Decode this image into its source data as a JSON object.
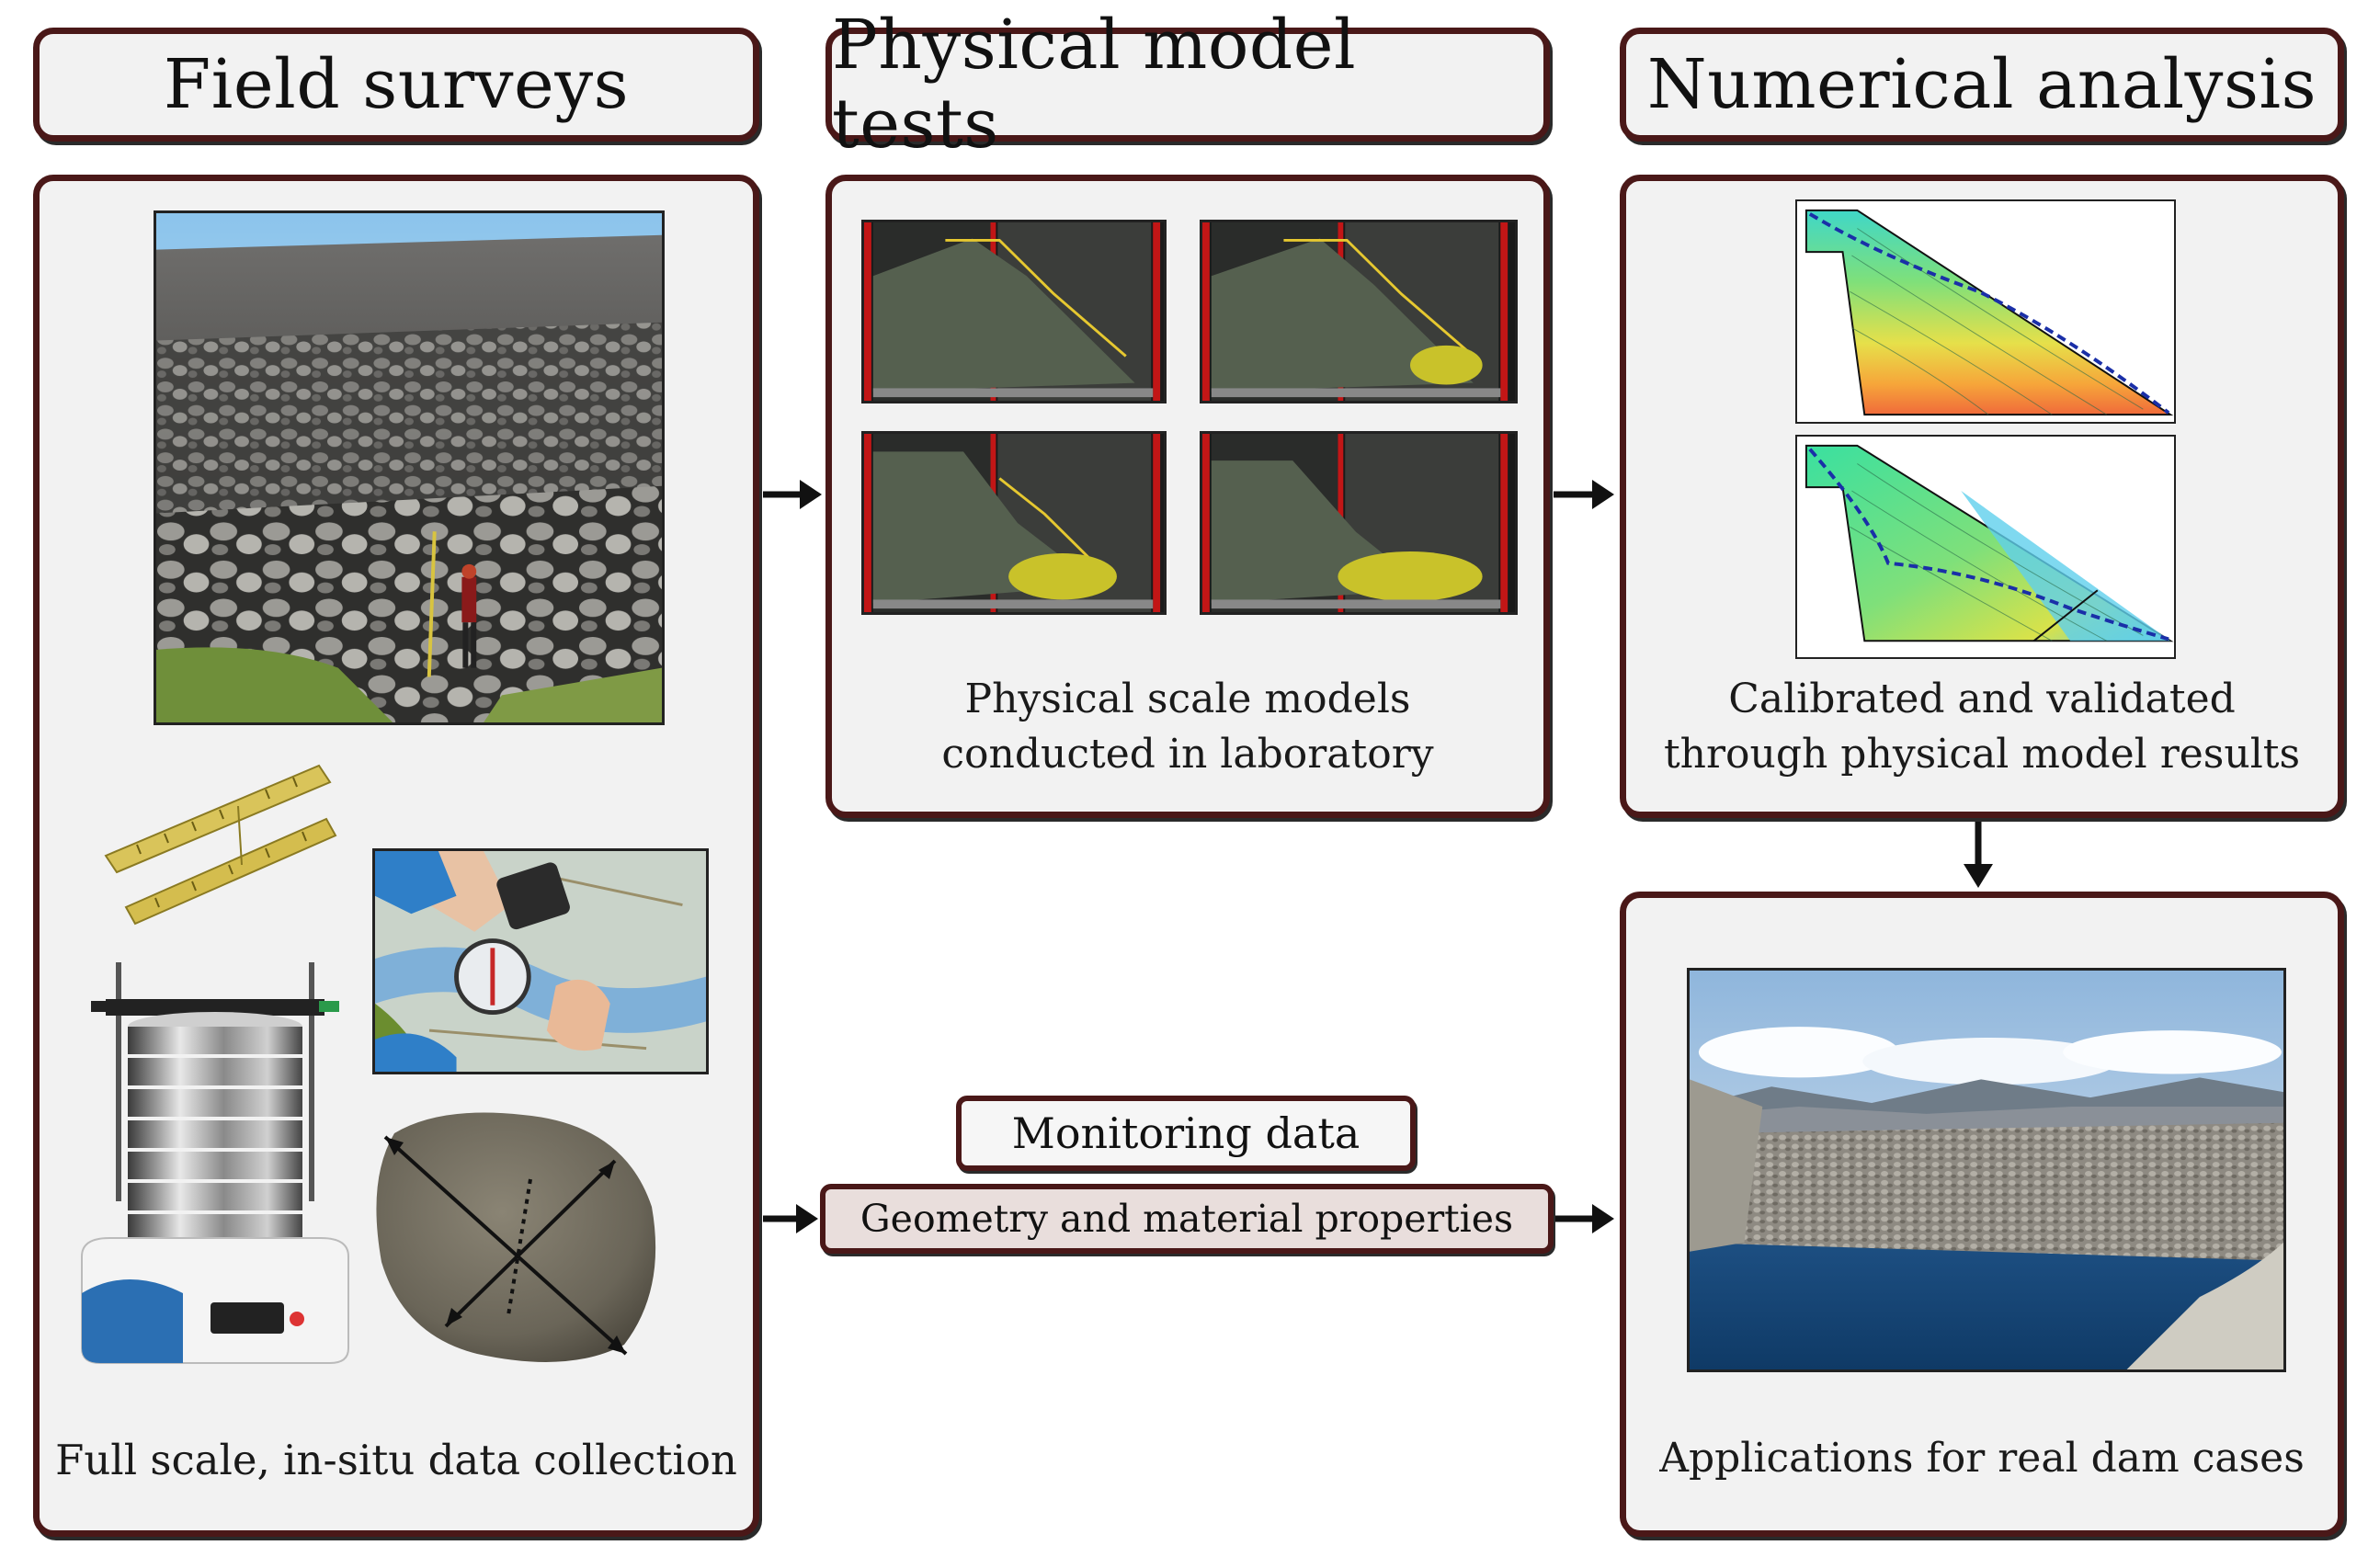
{
  "headers": {
    "field": "Field surveys",
    "physical": "Physical model tests",
    "numerical": "Numerical analysis"
  },
  "captions": {
    "field": "Full scale, in-situ data collection",
    "physical_line1": "Physical scale models",
    "physical_line2": "conducted in laboratory",
    "numerical_line1": "Calibrated and validated",
    "numerical_line2": "through physical model results",
    "applications": "Applications for real dam cases"
  },
  "links": {
    "monitoring": "Monitoring data",
    "geometry": "Geometry and material properties"
  },
  "colors": {
    "border": "#4a1818",
    "panel": "#f2f2f2",
    "geometry_pill": "#e9dedc"
  }
}
